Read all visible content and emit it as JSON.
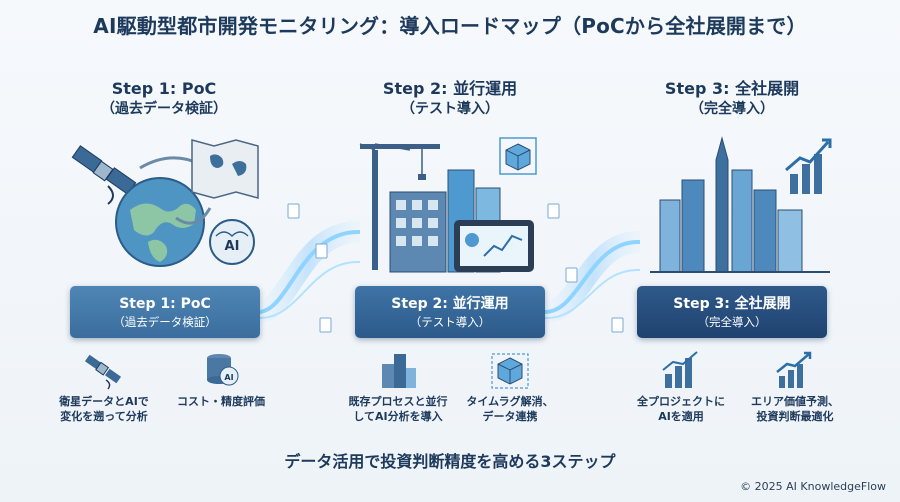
{
  "title": "AI駆動型都市開発モニタリング：導入ロードマップ（PoCから全社展開まで）",
  "steps": [
    {
      "head_line1": "Step 1: PoC",
      "head_line2": "（過去データ検証）",
      "box_line1": "Step 1: PoC",
      "box_line2": "（過去データ検証）",
      "subitems": [
        {
          "icon": "satellite-icon",
          "line1": "衛星データとAIで",
          "line2": "変化を遡って分析"
        },
        {
          "icon": "database-ai-icon",
          "line1": "コスト・精度評価",
          "line2": ""
        }
      ]
    },
    {
      "head_line1": "Step 2: 並行運用",
      "head_line2": "（テスト導入）",
      "box_line1": "Step 2: 並行運用",
      "box_line2": "（テスト導入）",
      "subitems": [
        {
          "icon": "buildings-icon",
          "line1": "既存プロセスと並行",
          "line2": "してAI分析を導入"
        },
        {
          "icon": "cube-icon",
          "line1": "タイムラグ解消、",
          "line2": "データ連携"
        }
      ]
    },
    {
      "head_line1": "Step 3: 全社展開",
      "head_line2": "（完全導入）",
      "box_line1": "Step 3: 全社展開",
      "box_line2": "（完全導入）",
      "subitems": [
        {
          "icon": "bar-chart-icon",
          "line1": "全プロジェクトに",
          "line2": "AIを適用"
        },
        {
          "icon": "growth-chart-icon",
          "line1": "エリア価値予測、",
          "line2": "投資判断最適化"
        }
      ]
    }
  ],
  "illustrations": {
    "step1": [
      "satellite-icon",
      "globe-icon",
      "map-icon",
      "ai-brain-icon"
    ],
    "step2": [
      "crane-icon",
      "construction-building-icon",
      "tablet-chart-icon",
      "cube-icon"
    ],
    "step3": [
      "skyline-icon",
      "rising-chart-icon"
    ]
  },
  "ai_badge": "AI",
  "footer": "データ活用で投資判断精度を高める3ステップ",
  "copyright": "© 2025 AI KnowledgeFlow",
  "colors": {
    "dark_blue": "#1d3a5c",
    "box1": "#4a80b0",
    "box2": "#3a6b9e",
    "box3": "#284e7e",
    "flow_glow": "#6fc4ff"
  }
}
